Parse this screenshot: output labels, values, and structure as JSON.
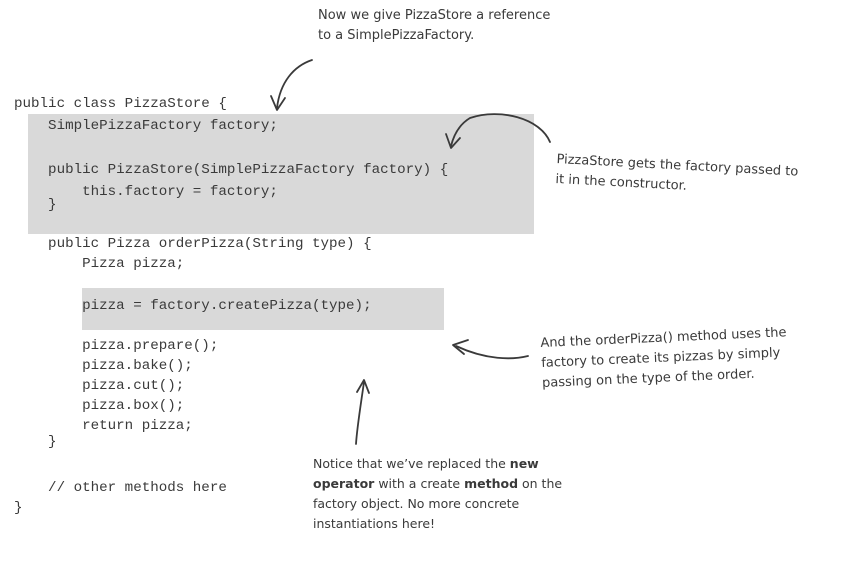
{
  "code": {
    "lines": [
      "public class PizzaStore {",
      "    SimplePizzaFactory factory;",
      "",
      "    public PizzaStore(SimplePizzaFactory factory) {",
      "        this.factory = factory;",
      "    }",
      "",
      "    public Pizza orderPizza(String type) {",
      "        Pizza pizza;",
      "",
      "        pizza = factory.createPizza(type);",
      "",
      "        pizza.prepare();",
      "        pizza.bake();",
      "        pizza.cut();",
      "        pizza.box();",
      "        return pizza;",
      "    }",
      "",
      "    // other methods here",
      "}"
    ]
  },
  "annotations": {
    "top": {
      "line1": "Now we give PizzaStore a reference",
      "line2": "to a SimplePizzaFactory."
    },
    "right": {
      "line1": "PizzaStore gets the factory passed to",
      "line2": "it in the constructor."
    },
    "middle": {
      "line1": "And the orderPizza() method uses the",
      "line2": "factory to create its pizzas by simply",
      "line3": "passing on the type of the order."
    },
    "bottom": {
      "line1_pre": "Notice that we’ve replaced the ",
      "line1_bold": "new",
      "line2_bold": "operator",
      "line2_mid": " with a create ",
      "line2_bold2": "method",
      "line2_post": " on the",
      "line3": "factory object.  No more concrete",
      "line4": "instantiations here!"
    }
  },
  "colors": {
    "highlight": "#d9d9d9",
    "text": "#3a3a3a"
  }
}
